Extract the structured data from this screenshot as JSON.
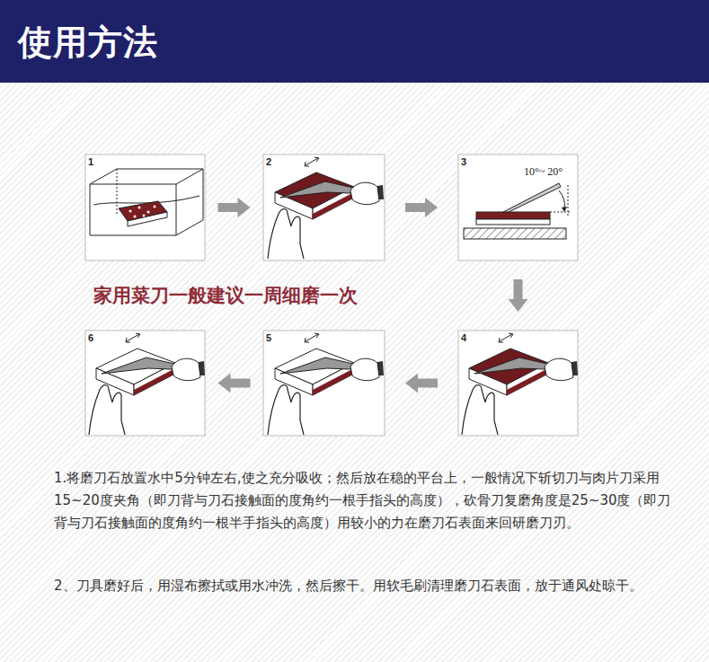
{
  "diagram": {
    "title": "使用方法",
    "nodes": [
      {
        "text": [
          "1"
        ]
      },
      {
        "text": [
          "2"
        ]
      },
      {
        "text": [
          "3",
          "10°~ 20°"
        ]
      },
      {
        "text": [
          "4"
        ]
      },
      {
        "text": [
          "5"
        ]
      },
      {
        "text": [
          "6"
        ]
      }
    ],
    "edges": [
      {
        "from": 0,
        "to": 1,
        "arrow": "to"
      },
      {
        "from": 1,
        "to": 2,
        "arrow": "to"
      },
      {
        "from": 2,
        "to": 3,
        "arrow": "to"
      },
      {
        "from": 3,
        "to": 4,
        "arrow": "to"
      },
      {
        "from": 4,
        "to": 5,
        "arrow": "to"
      }
    ],
    "labels": [
      "家用菜刀一般建议一周细磨一次",
      "1.将磨刀石放置水中5分钟左右,使之充分吸收；然后放在稳的平台上，一般情况下斩切刀与肉片刀采用15~20度夹角（即刀背与刀石接触面的度角约一根手指头的高度），砍骨刀复磨角度是25~30度（即刀背与刀石接触面的度角约一根半手指头的高度）用较小的力在磨刀石表面来回研磨刀刃。",
      "2、刀具磨好后，用湿布擦拭或用水冲洗，然后擦干。用软毛刷清理磨刀石表面，放于通风处晾干。"
    ]
  }
}
